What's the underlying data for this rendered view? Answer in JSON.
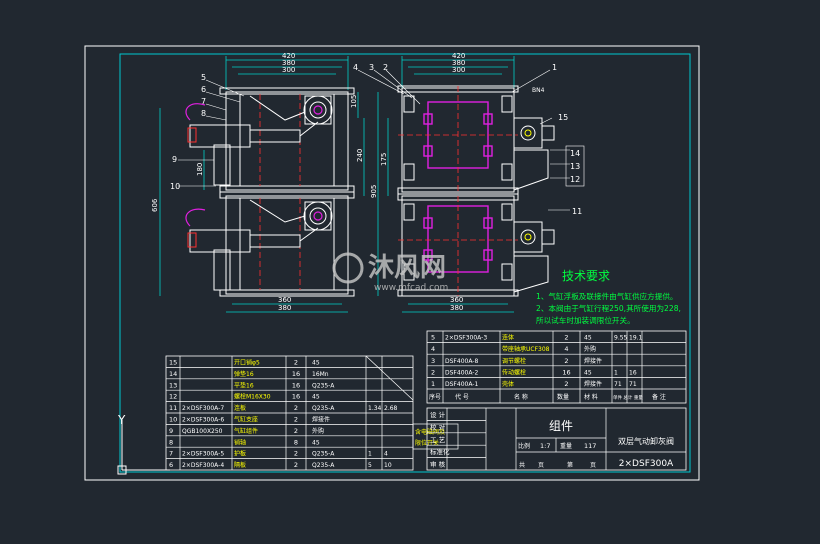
{
  "drawing": {
    "colors": {
      "background": "#212830",
      "border": "#ffffff",
      "frame": "#00c8d0",
      "table": "#ffffff",
      "text": "#ffffff",
      "label": "#f5f5f0",
      "dimension": "#00d0c8",
      "tech_text": "#00ff40",
      "part": "#ffffff",
      "accent_yellow": "#ffff00",
      "accent_magenta": "#e020e0",
      "accent_red": "#ff3030",
      "accent_green": "#00ff00",
      "watermark": "#c8c8c8"
    },
    "top_dims": {
      "left": [
        "420",
        "380",
        "300"
      ],
      "right": [
        "420",
        "380",
        "300"
      ]
    },
    "bottom_dims": {
      "left": [
        "360",
        "380"
      ],
      "right": [
        "360",
        "380"
      ]
    },
    "vertical_dims": [
      "105",
      "240",
      "905",
      "606",
      "180",
      "175"
    ],
    "balloons_left": [
      "5",
      "6",
      "7",
      "8",
      "9",
      "10"
    ],
    "balloons_top_right": [
      "4",
      "3",
      "2",
      "1"
    ],
    "balloons_right": [
      "15",
      "14",
      "13",
      "12",
      "11"
    ],
    "side_note": "BN4",
    "tech_requirements": {
      "title": "技术要求",
      "lines": [
        "1、气缸浮板及联接件由气缸供应方提供。",
        "2、本阀由于气缸行程250,其所使用为228,",
        "   所以试车时加装调限位开关。"
      ]
    },
    "watermark": {
      "brand": "沐风网",
      "url": "www.mfcad.com"
    },
    "bom_left": [
      {
        "no": "15",
        "code": "",
        "name": "开口销φ5",
        "qty": "2",
        "mat": "45",
        "w1": "",
        "w2": ""
      },
      {
        "no": "14",
        "code": "",
        "name": "弹垫16",
        "qty": "16",
        "mat": "16Mn",
        "w1": "",
        "w2": ""
      },
      {
        "no": "13",
        "code": "",
        "name": "平垫16",
        "qty": "16",
        "mat": "Q235-A",
        "w1": "",
        "w2": ""
      },
      {
        "no": "12",
        "code": "",
        "name": "螺栓M16X30",
        "qty": "16",
        "mat": "45",
        "w1": "",
        "w2": ""
      },
      {
        "no": "11",
        "code": "2×DSF300A-7",
        "name": "连板",
        "qty": "2",
        "mat": "Q235-A",
        "w1": "1.34",
        "w2": "2.68"
      },
      {
        "no": "10",
        "code": "2×DSF300A-6",
        "name": "气缸支座",
        "qty": "2",
        "mat": "焊接件",
        "w1": "",
        "w2": ""
      },
      {
        "no": "9",
        "code": "QGB100X250",
        "name": "气缸组件",
        "qty": "2",
        "mat": "外购",
        "w1": "",
        "w2": ""
      },
      {
        "no": "8",
        "code": "",
        "name": "销轴",
        "qty": "8",
        "mat": "45",
        "w1": "",
        "w2": ""
      },
      {
        "no": "7",
        "code": "2×DSF300A-5",
        "name": "护板",
        "qty": "2",
        "mat": "Q235-A",
        "w1": "1",
        "w2": "4"
      },
      {
        "no": "6",
        "code": "2×DSF300A-4",
        "name": "隔板",
        "qty": "2",
        "mat": "Q235-A",
        "w1": "5",
        "w2": "10"
      }
    ],
    "bom_left_note": [
      "含电磁阀及",
      "限位开关"
    ],
    "bom_right": [
      {
        "no": "5",
        "code": "2×DSF300A-3",
        "name": "连体",
        "qty": "2",
        "mat": "45",
        "w1": "9.55",
        "w2": "19.1"
      },
      {
        "no": "4",
        "code": "",
        "name": "带座轴承UCF308",
        "qty": "4",
        "mat": "外购",
        "w1": "",
        "w2": ""
      },
      {
        "no": "3",
        "code": "DSF400A-8",
        "name": "调节螺栓",
        "qty": "2",
        "mat": "焊接件",
        "w1": "",
        "w2": ""
      },
      {
        "no": "2",
        "code": "DSF400A-2",
        "name": "传动螺栓",
        "qty": "16",
        "mat": "45",
        "w1": "1",
        "w2": "16"
      },
      {
        "no": "1",
        "code": "DSF400A-1",
        "name": "壳体",
        "qty": "2",
        "mat": "焊接件",
        "w1": "71",
        "w2": "71"
      }
    ],
    "bom_header": {
      "no": "序号",
      "code": "代  号",
      "name": "名  称",
      "qty": "数量",
      "mat": "材  料",
      "weight": "单件 总计 重量",
      "note": "备 注"
    },
    "title_block": {
      "rows": [
        "设 计",
        "校 对",
        "工 艺",
        "标准化",
        "审 核"
      ],
      "assembly": "组件",
      "drawing_title": "双层气动卸灰阀",
      "scale_label": "比例",
      "scale": "1:7",
      "weight_label": "重量",
      "weight": "117",
      "sheets": [
        "共",
        "页",
        "第",
        "页"
      ],
      "drawing_number": "2×DSF300A"
    },
    "ucs": {
      "y": "Y"
    }
  }
}
